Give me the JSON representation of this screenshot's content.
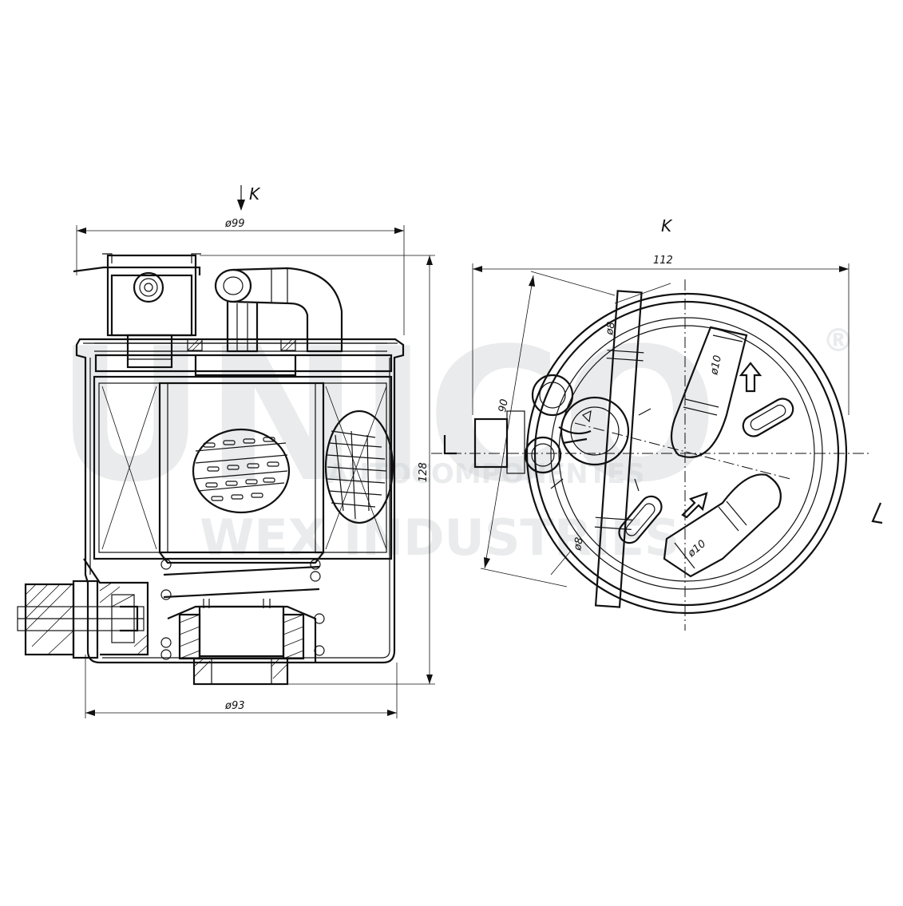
{
  "drawing": {
    "view_arrow_label": "K",
    "view_title": "K",
    "section_mark": "L",
    "section_mark_2": "L",
    "dims": {
      "top_diameter": "ø99",
      "bottom_diameter": "ø93",
      "height": "128",
      "width_k": "112",
      "offset": "90",
      "pipe_a": "ø8",
      "pipe_b": "ø8",
      "port_a": "ø10",
      "port_b": "ø10"
    }
  },
  "watermark": {
    "brand": "UNICO",
    "tagline": "AUTOCOMPONENTES",
    "company": "WEX INDUSTRIES",
    "registered": "®"
  },
  "colors": {
    "ink": "#111111",
    "watermark": "#cfd3d6"
  }
}
